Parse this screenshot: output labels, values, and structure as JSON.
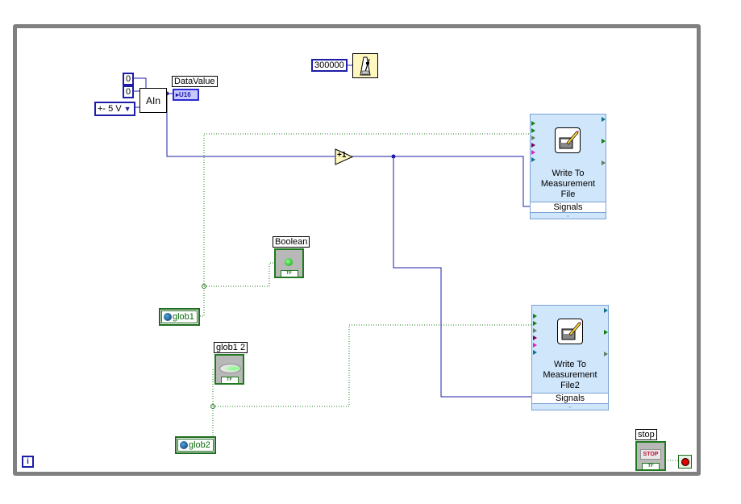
{
  "diagram": {
    "type": "LabVIEW block diagram",
    "loop": {
      "kind": "while-loop",
      "iteration_terminal": "i",
      "condition_terminal": "stop-if-true"
    },
    "ain": {
      "label": "AIn",
      "inputs": [
        "0",
        "0"
      ],
      "range_ring": "+- 5 V",
      "ring_arrow": "▼",
      "output_indicator": {
        "label": "DataValue",
        "type": "U16"
      }
    },
    "timing": {
      "wait_value": "300000",
      "function": "wait-ms-metronome"
    },
    "increment": {
      "label": "+1"
    },
    "write_file_1": {
      "title_lines": [
        "Write To",
        "Measurement",
        "File"
      ],
      "input": "Signals"
    },
    "write_file_2": {
      "title_lines": [
        "Write To",
        "Measurement",
        "File2"
      ],
      "input": "Signals"
    },
    "boolean_indicator": {
      "label": "Boolean",
      "tf": "TF"
    },
    "glob1_indicator": {
      "label": "glob1 2",
      "tf": "TF"
    },
    "globals": [
      {
        "name": "glob1"
      },
      {
        "name": "glob2"
      }
    ],
    "stop_control": {
      "label": "stop",
      "button_text": "STOP",
      "tf": "TF"
    }
  },
  "colors": {
    "frame": "#808080",
    "numeric_wire": "#1c1ca8",
    "boolean_wire": "#1f7a1f",
    "express_bg": "#cfe6fb",
    "stop_red": "#e00000"
  }
}
